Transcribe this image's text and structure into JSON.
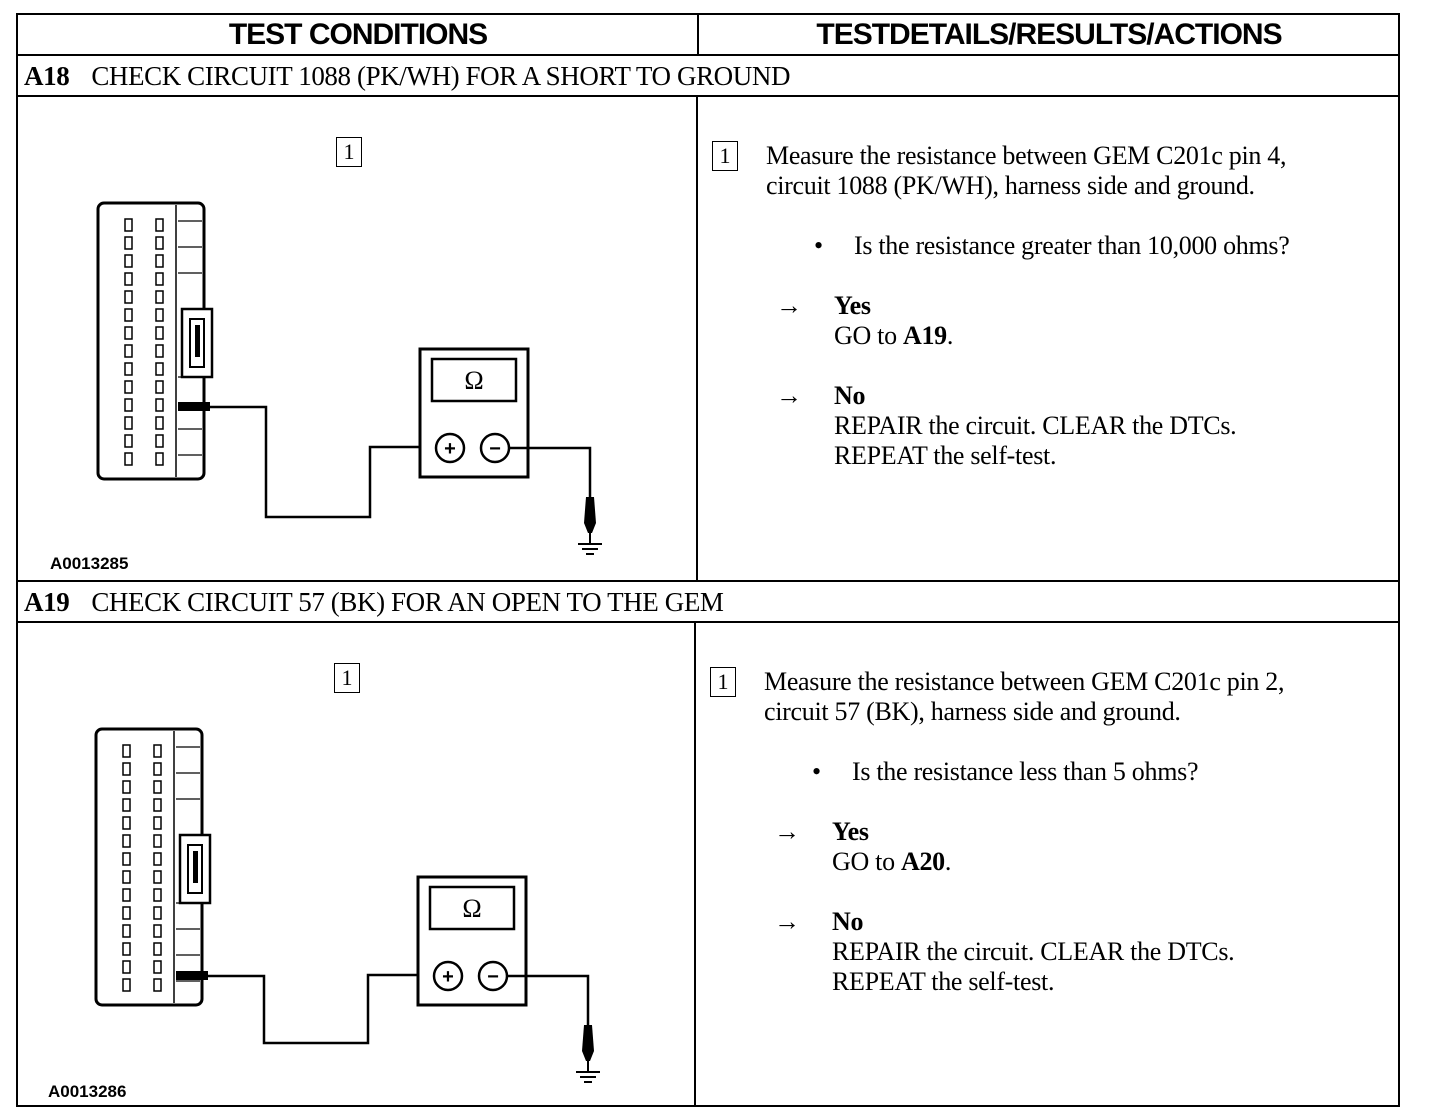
{
  "header": {
    "left": "TEST CONDITIONS",
    "right": "TESTDETAILS/RESULTS/ACTIONS"
  },
  "steps": [
    {
      "id": "A18",
      "title": "CHECK CIRCUIT 1088 (PK/WH) FOR A SHORT TO GROUND",
      "figure": {
        "step_marker": "1",
        "meter_symbol": "Ω",
        "plus": "+",
        "minus": "−",
        "code": "A0013285"
      },
      "detail": {
        "marker": "1",
        "instruction_line1": "Measure the resistance between GEM C201c pin 4,",
        "instruction_line2": "circuit 1088 (PK/WH), harness side and ground.",
        "bullet": "•",
        "question": "Is the resistance greater than 10,000 ohms?",
        "arrow": "→",
        "yes_label": "Yes",
        "yes_action_prefix": "GO to ",
        "yes_action_target": "A19",
        "yes_action_suffix": ".",
        "no_label": "No",
        "no_action_line1": "REPAIR the circuit. CLEAR the DTCs.",
        "no_action_line2": "REPEAT the self-test."
      }
    },
    {
      "id": "A19",
      "title": "CHECK CIRCUIT 57 (BK) FOR AN OPEN TO THE GEM",
      "figure": {
        "step_marker": "1",
        "meter_symbol": "Ω",
        "plus": "+",
        "minus": "−",
        "code": "A0013286"
      },
      "detail": {
        "marker": "1",
        "instruction_line1": "Measure the resistance between GEM C201c pin 2,",
        "instruction_line2": "circuit 57 (BK), harness side and ground.",
        "bullet": "•",
        "question": "Is the resistance less than 5 ohms?",
        "arrow": "→",
        "yes_label": "Yes",
        "yes_action_prefix": "GO to ",
        "yes_action_target": "A20",
        "yes_action_suffix": ".",
        "no_label": "No",
        "no_action_line1": "REPAIR the circuit. CLEAR the DTCs.",
        "no_action_line2": "REPEAT the self-test."
      }
    }
  ]
}
